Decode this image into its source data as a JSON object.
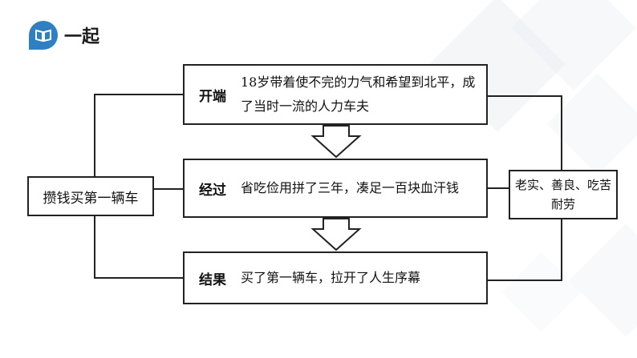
{
  "header": {
    "title": "一起",
    "icon": "book-icon",
    "icon_color": "#2f7fc1"
  },
  "stages": [
    {
      "label": "开端",
      "text": "18岁带着使不完的力气和希望到北平，成了当时一流的人力车夫"
    },
    {
      "label": "经过",
      "text": "省吃俭用拼了三年，凑足一百块血汗钱"
    },
    {
      "label": "结果",
      "text": "买了第一辆车，拉开了人生序幕"
    }
  ],
  "left_summary": "攒钱买第一辆车",
  "right_summary": "老实、善良、吃苦耐劳"
}
